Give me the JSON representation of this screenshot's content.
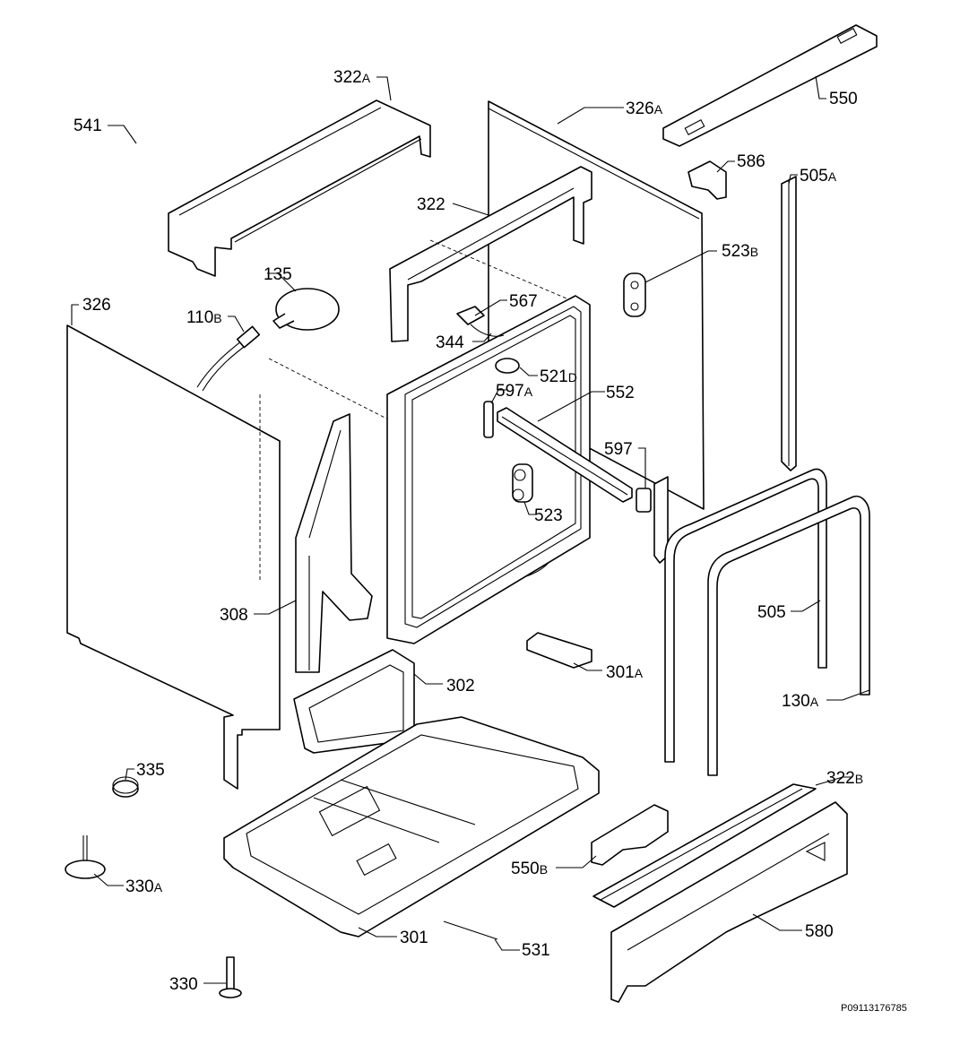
{
  "diagram": {
    "labels": [
      {
        "id": "541",
        "num": "541",
        "suffix": ""
      },
      {
        "id": "322a",
        "num": "322",
        "suffix": "A"
      },
      {
        "id": "326a",
        "num": "326",
        "suffix": "A"
      },
      {
        "id": "550",
        "num": "550",
        "suffix": ""
      },
      {
        "id": "586",
        "num": "586",
        "suffix": ""
      },
      {
        "id": "505a",
        "num": "505",
        "suffix": "A"
      },
      {
        "id": "322",
        "num": "322",
        "suffix": ""
      },
      {
        "id": "523b",
        "num": "523",
        "suffix": "B"
      },
      {
        "id": "135",
        "num": "135",
        "suffix": ""
      },
      {
        "id": "326",
        "num": "326",
        "suffix": ""
      },
      {
        "id": "110b",
        "num": "110",
        "suffix": "B"
      },
      {
        "id": "567",
        "num": "567",
        "suffix": ""
      },
      {
        "id": "344",
        "num": "344",
        "suffix": ""
      },
      {
        "id": "521d",
        "num": "521",
        "suffix": "D"
      },
      {
        "id": "597a",
        "num": "597",
        "suffix": "A"
      },
      {
        "id": "552",
        "num": "552",
        "suffix": ""
      },
      {
        "id": "597",
        "num": "597",
        "suffix": ""
      },
      {
        "id": "523",
        "num": "523",
        "suffix": ""
      },
      {
        "id": "505",
        "num": "505",
        "suffix": ""
      },
      {
        "id": "308",
        "num": "308",
        "suffix": ""
      },
      {
        "id": "301a",
        "num": "301",
        "suffix": "A"
      },
      {
        "id": "302",
        "num": "302",
        "suffix": ""
      },
      {
        "id": "130a",
        "num": "130",
        "suffix": "A"
      },
      {
        "id": "335",
        "num": "335",
        "suffix": ""
      },
      {
        "id": "322b",
        "num": "322",
        "suffix": "B"
      },
      {
        "id": "550b",
        "num": "550",
        "suffix": "B"
      },
      {
        "id": "330a",
        "num": "330",
        "suffix": "A"
      },
      {
        "id": "580",
        "num": "580",
        "suffix": ""
      },
      {
        "id": "301",
        "num": "301",
        "suffix": ""
      },
      {
        "id": "531",
        "num": "531",
        "suffix": ""
      },
      {
        "id": "330",
        "num": "330",
        "suffix": ""
      }
    ],
    "document_code": "P09113176785"
  }
}
